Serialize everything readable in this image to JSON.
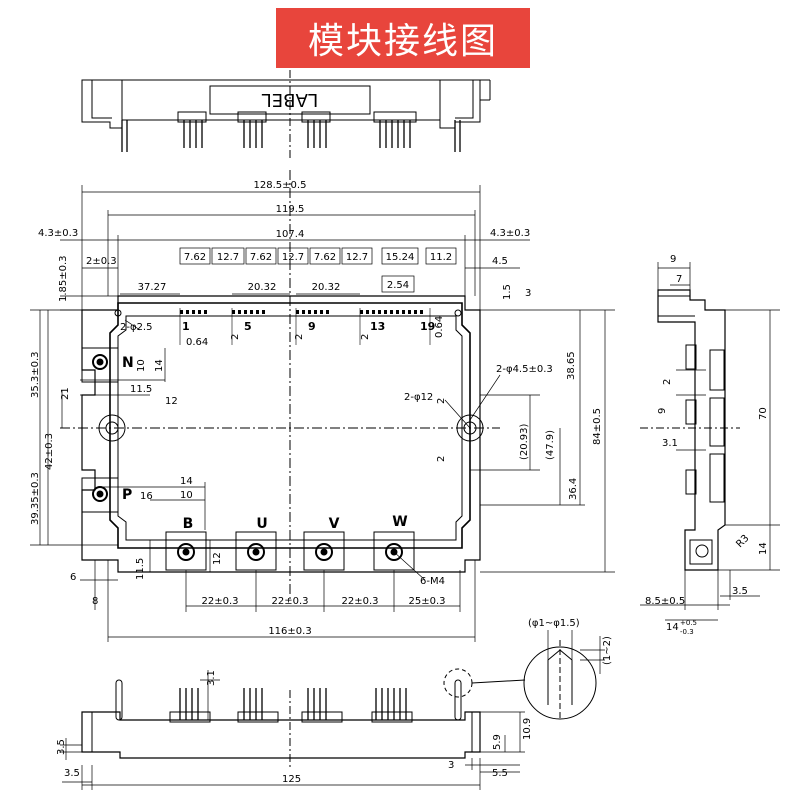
{
  "title": "模块接线图",
  "label_text": "LABEL",
  "top_dims": {
    "overall": "128.5±0.5",
    "width2": "119.5",
    "width3": "107.4",
    "left_margin": "4.3±0.3",
    "right_margin": "4.3±0.3",
    "small_left": "2±0.3",
    "right_45": "4.5",
    "left_185": "1.85±0.3"
  },
  "pin_pitches": [
    "7.62",
    "12.7",
    "7.62",
    "12.7",
    "7.62",
    "12.7",
    "15.24",
    "11.2"
  ],
  "pin_dims": {
    "d3727": "37.27",
    "d2032a": "20.32",
    "d2032b": "20.32",
    "d254": "2.54",
    "d15": "1.5",
    "d3": "3",
    "d064a": "0.64",
    "d064b": "0.64",
    "d2a": "2",
    "d2b": "2",
    "d2c": "2",
    "hole_small": "2-φ2.5"
  },
  "pin_numbers": [
    "1",
    "5",
    "9",
    "13",
    "19"
  ],
  "terminals": [
    "N",
    "P",
    "B",
    "U",
    "V",
    "W"
  ],
  "left_dims": {
    "d353": "35.3±0.3",
    "d21": "21",
    "d42": "42±0.3",
    "d3935": "39.35±0.3",
    "d10a": "10",
    "d14a": "14",
    "d115a": "11.5",
    "d12a": "12",
    "d16": "16",
    "d14b": "14",
    "d10b": "10",
    "d115b": "11.5",
    "d12b": "12",
    "d6": "6",
    "d8": "8"
  },
  "right_dims": {
    "hole45": "2-φ4.5±0.3",
    "hole12": "2-φ12",
    "d3865": "38.65",
    "d2093": "(20.93)",
    "d479": "(47.9)",
    "d84": "84±0.5",
    "d364": "36.4",
    "d2c": "2",
    "d2d": "2"
  },
  "bottom_dims": {
    "d22a": "22±0.3",
    "d22b": "22±0.3",
    "d22c": "22±0.3",
    "d25": "25±0.3",
    "d116": "116±0.3",
    "m4": "6-M4"
  },
  "side_view": {
    "d9": "9",
    "d7": "7",
    "d2": "2",
    "d9b": "9",
    "d31": "3.1",
    "d70": "70",
    "d14": "14",
    "d85": "8.5±0.5",
    "d35": "3.5",
    "d14tol": "14",
    "tol_plus": "+0.5",
    "tol_minus": "-0.3",
    "r3": "R3"
  },
  "front_view": {
    "d31": "3.1",
    "d35a": "3.5",
    "d35b": "3.5",
    "d125": "125",
    "d3": "3",
    "d55": "5.5",
    "d59": "5.9",
    "d109": "10.9",
    "detail_pin": "(φ1~φ1.5)",
    "detail_len": "(1~2)"
  }
}
